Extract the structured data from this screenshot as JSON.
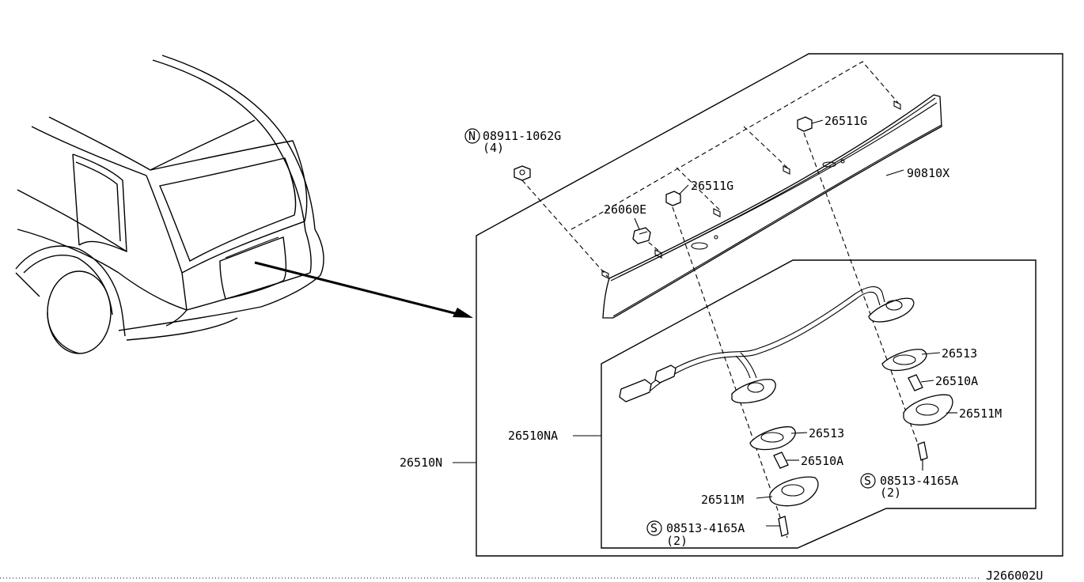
{
  "diagram_id": "J266002U",
  "labels": {
    "nut_part": "08911-1062G",
    "nut_prefix": "N",
    "nut_qty": "(4)",
    "clip_upper": "26511G",
    "clip_lower": "26511G",
    "finisher": "90810X",
    "grommet": "26060E",
    "lamp_assy": "26510N",
    "lamp_sub_assy": "26510NA",
    "gasket_right": "26513",
    "bulb_right": "26510A",
    "lens_right": "26511M",
    "screw_right_part": "08513-4165A",
    "screw_right_prefix": "S",
    "screw_right_qty": "(2)",
    "gasket_left": "26513",
    "bulb_left": "26510A",
    "lens_left": "26511M",
    "screw_left_part": "08513-4165A",
    "screw_left_prefix": "S",
    "screw_left_qty": "(2)"
  },
  "colors": {
    "line": "#000000",
    "background": "#ffffff"
  }
}
